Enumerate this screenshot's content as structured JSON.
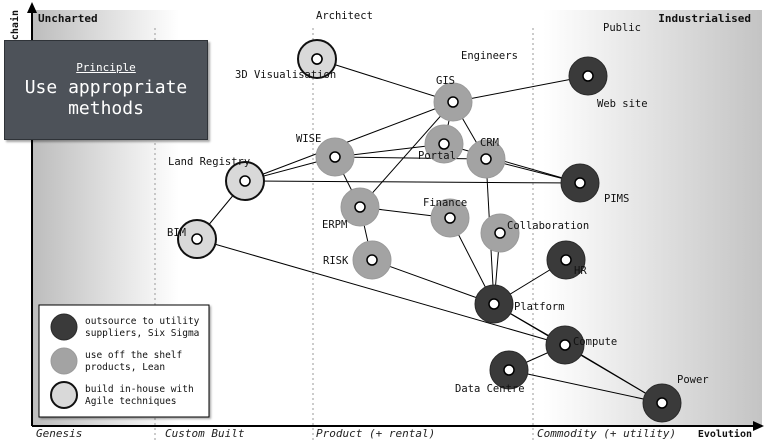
{
  "corners": {
    "left": "Uncharted",
    "right": "Industrialised"
  },
  "axes": {
    "y": "Value chain",
    "x": "Evolution"
  },
  "stages": [
    "Genesis",
    "Custom Built",
    "Product (+ rental)",
    "Commodity (+ utility)"
  ],
  "principle": {
    "kicker": "Principle",
    "title": "Use appropriate methods"
  },
  "colors": {
    "outsource": "#3a3a3a",
    "off_the_shelf": "#a3a3a3",
    "in_house": "#d9d9d9",
    "panel": "#4d5259"
  },
  "legend": [
    {
      "method": "outsource",
      "text": [
        "outsource to utility",
        "suppliers, Six Sigma"
      ]
    },
    {
      "method": "off_the_shelf",
      "text": [
        "use off the shelf",
        "products, Lean"
      ]
    },
    {
      "method": "in_house",
      "text": [
        "build in-house with",
        "Agile techniques"
      ]
    }
  ],
  "components": [
    {
      "id": "architect",
      "label": "Architect",
      "method": "in_house"
    },
    {
      "id": "3d-visualisation",
      "label": "3D Visualisation",
      "method": "none"
    },
    {
      "id": "public",
      "label": "Public",
      "method": "none"
    },
    {
      "id": "web-site",
      "label": "Web site",
      "method": "outsource"
    },
    {
      "id": "engineers",
      "label": "Engineers",
      "method": "none"
    },
    {
      "id": "gis",
      "label": "GIS",
      "method": "off_the_shelf"
    },
    {
      "id": "portal",
      "label": "Portal",
      "method": "off_the_shelf"
    },
    {
      "id": "wise",
      "label": "WISE",
      "method": "off_the_shelf"
    },
    {
      "id": "crm",
      "label": "CRM",
      "method": "off_the_shelf"
    },
    {
      "id": "land-registry",
      "label": "Land Registry",
      "method": "in_house"
    },
    {
      "id": "pims",
      "label": "PIMS",
      "method": "outsource"
    },
    {
      "id": "erpm",
      "label": "ERPM",
      "method": "off_the_shelf"
    },
    {
      "id": "finance",
      "label": "Finance",
      "method": "off_the_shelf"
    },
    {
      "id": "collaboration",
      "label": "Collaboration",
      "method": "off_the_shelf"
    },
    {
      "id": "bim",
      "label": "BIM",
      "method": "in_house"
    },
    {
      "id": "risk",
      "label": "RISK",
      "method": "off_the_shelf"
    },
    {
      "id": "hr",
      "label": "HR",
      "method": "outsource"
    },
    {
      "id": "platform",
      "label": "Platform",
      "method": "outsource"
    },
    {
      "id": "compute",
      "label": "Compute",
      "method": "outsource"
    },
    {
      "id": "data-centre",
      "label": "Data Centre",
      "method": "outsource"
    },
    {
      "id": "power",
      "label": "Power",
      "method": "outsource"
    }
  ],
  "links": [
    [
      "architect",
      "gis"
    ],
    [
      "public",
      "web-site"
    ],
    [
      "web-site",
      "gis"
    ],
    [
      "engineers",
      "gis"
    ],
    [
      "gis",
      "portal"
    ],
    [
      "gis",
      "land-registry"
    ],
    [
      "gis",
      "erpm"
    ],
    [
      "gis",
      "crm"
    ],
    [
      "land-registry",
      "wise"
    ],
    [
      "land-registry",
      "pims"
    ],
    [
      "land-registry",
      "bim"
    ],
    [
      "wise",
      "portal"
    ],
    [
      "wise",
      "crm"
    ],
    [
      "wise",
      "erpm"
    ],
    [
      "crm",
      "pims"
    ],
    [
      "crm",
      "platform"
    ],
    [
      "portal",
      "pims"
    ],
    [
      "erpm",
      "finance"
    ],
    [
      "erpm",
      "risk"
    ],
    [
      "finance",
      "platform"
    ],
    [
      "collaboration",
      "platform"
    ],
    [
      "risk",
      "platform"
    ],
    [
      "hr",
      "platform"
    ],
    [
      "bim",
      "compute"
    ],
    [
      "platform",
      "compute"
    ],
    [
      "platform",
      "power"
    ],
    [
      "compute",
      "data-centre"
    ],
    [
      "compute",
      "power"
    ],
    [
      "data-centre",
      "power"
    ]
  ]
}
